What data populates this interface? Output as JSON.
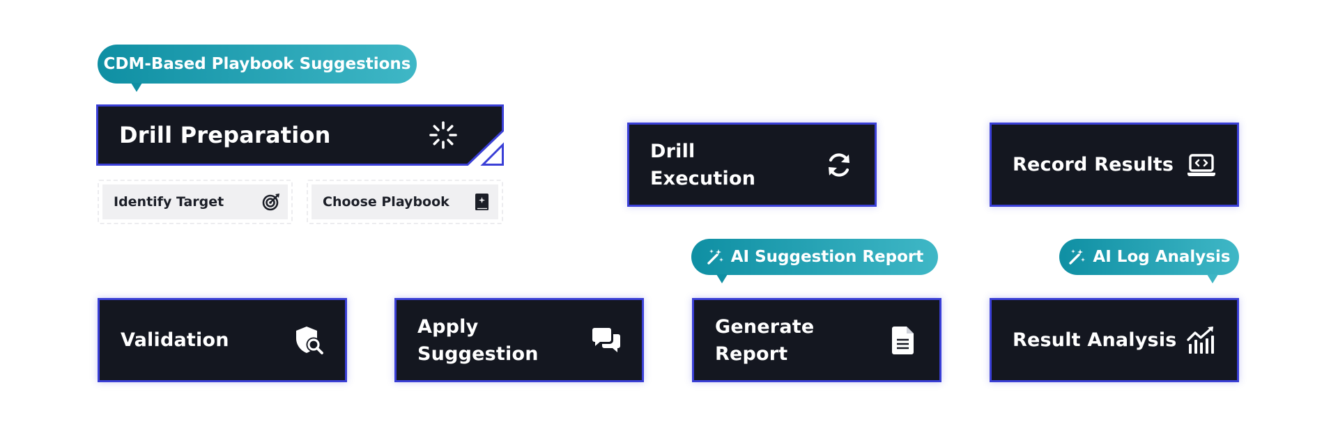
{
  "bubbles": {
    "cdm": "CDM-Based Playbook Suggestions",
    "ai_suggestion": "AI Suggestion Report",
    "ai_log": "AI Log Analysis"
  },
  "cards": {
    "drill_preparation": "Drill Preparation",
    "drill_execution_line1": "Drill",
    "drill_execution_line2": "Execution",
    "record_results": "Record Results",
    "validation": "Validation",
    "apply_suggestion_line1": "Apply",
    "apply_suggestion_line2": "Suggestion",
    "generate_report": "Generate Report",
    "result_analysis": "Result Analysis"
  },
  "sub_steps": {
    "identify_target": "Identify Target",
    "choose_playbook": "Choose Playbook"
  },
  "icons": {
    "drill_preparation": "spinner-icon",
    "identify_target": "target-icon",
    "choose_playbook": "book-icon",
    "drill_execution": "refresh-icon",
    "record_results": "laptop-code-icon",
    "validation": "shield-search-icon",
    "apply_suggestion": "chat-bubbles-icon",
    "generate_report": "document-icon",
    "result_analysis": "chart-trend-icon",
    "ai_badge": "magic-wand-icon"
  },
  "colors": {
    "card_background": "#141720",
    "card_border": "#3a3fd6",
    "bubble_start": "#0f8fa3",
    "bubble_end": "#3fb7c6",
    "chip_background": "#f0f0f2"
  }
}
